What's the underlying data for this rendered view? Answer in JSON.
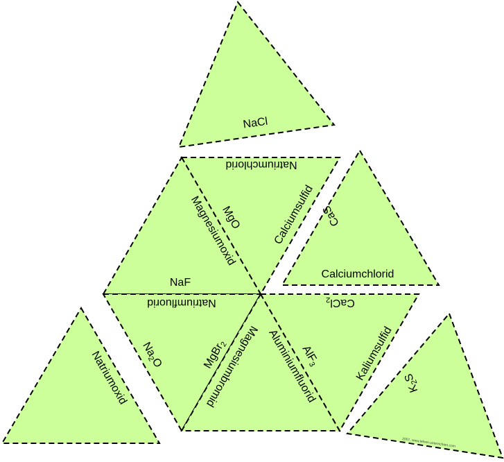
{
  "colors": {
    "fill": "#ccff99",
    "stroke": "#000000"
  },
  "credit": "2007, www.lehrer-unterrichten.com",
  "labels": {
    "nacl": "NaCl",
    "natriumchlorid": "Natriumchlorid",
    "magnesiumoxid": "Magnesiumoxid",
    "mgo": "MgO",
    "calciumsulfid": "Calciumsulfid",
    "cas": "CaS",
    "calciumchlorid": "Calciumchlorid",
    "naf": "NaF",
    "natriumfluorid": "Natriumfluorid",
    "cacl2_base": "CaCl",
    "cacl2_sub": "2",
    "natriumoxid": "Natriumoxid",
    "na2o_a": "Na",
    "na2o_sub": "2",
    "na2o_b": "O",
    "mgbr2_base": "MgBr",
    "mgbr2_sub": "2",
    "magnesiumbromid": "Magnesiumbromid",
    "aluminiumfluorid": "Aluminiumfluorid",
    "alf3_base": "AlF",
    "alf3_sub": "3",
    "kaliumsulfid": "Kaliumsulfid",
    "k2s_a": "K",
    "k2s_sub": "2",
    "k2s_b": "S"
  }
}
